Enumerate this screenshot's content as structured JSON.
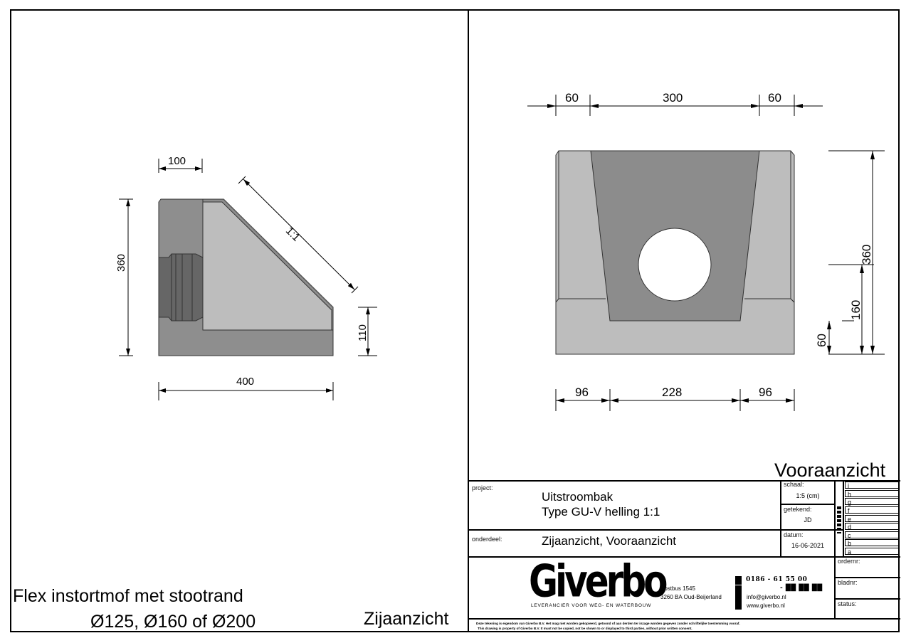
{
  "side_view": {
    "title": "Zijaanzicht",
    "note_line1": "Flex instortmof met stootrand",
    "note_line2": "Ø125, Ø160 of Ø200",
    "dims": {
      "top_width": "100",
      "height": "360",
      "slope": "1:1",
      "toe_height": "110",
      "base_width": "400"
    },
    "colors": {
      "dark": "#8c8c8c",
      "light": "#bdbdbd",
      "pipe": "#6a6a6a"
    }
  },
  "front_view": {
    "title": "Vooraanzicht",
    "dims": {
      "top_left": "60",
      "top_center": "300",
      "top_right": "60",
      "bottom_left": "96",
      "bottom_center": "228",
      "bottom_right": "96",
      "total_height": "360",
      "hole_center_height": "160",
      "floor_height": "60"
    },
    "colors": {
      "dark": "#8c8c8c",
      "light": "#bdbdbd"
    }
  },
  "title_block": {
    "project_label": "project:",
    "project_line1": "Uitstroombak",
    "project_line2": "Type GU-V helling 1:1",
    "onderdeel_label": "onderdeel:",
    "onderdeel_value": "Zijaanzicht, Vooraanzicht",
    "schaal_label": "schaal:",
    "schaal_value": "1:5 (cm)",
    "getekend_label": "getekend:",
    "getekend_value": "JD",
    "datum_label": "datum:",
    "datum_value": "16-06-2021",
    "revisions": [
      "i",
      "h",
      "g",
      "f",
      "e",
      "d",
      "c",
      "b",
      "a"
    ],
    "ordernr_label": "ordernr:",
    "bladnr_label": "bladnr:",
    "status_label": "status:",
    "company": {
      "name": "Giverbo",
      "tagline": "LEVERANCIER VOOR WEG- EN WATERBOUW",
      "address_line1": "Postbus 1545",
      "address_line2": "3260 BA Oud-Beijerland",
      "phone": "0186  -  61  55  00",
      "fax": "-  ██  ██  ██",
      "email": "info@giverbo.nl",
      "website": "www.giverbo.nl"
    },
    "disclaimer_nl": "Deze tekening is eigendom van Giverbo B.V. Het mag niet worden gekopieerd, getoond of aan derden ter inzage worden gegeven zonder schriftelijke toestemming vooraf.",
    "disclaimer_en": "This drawing is property of Giverbo B.V. It must not be copied, not be shown to or displayed to third parties, without prior written consent."
  }
}
